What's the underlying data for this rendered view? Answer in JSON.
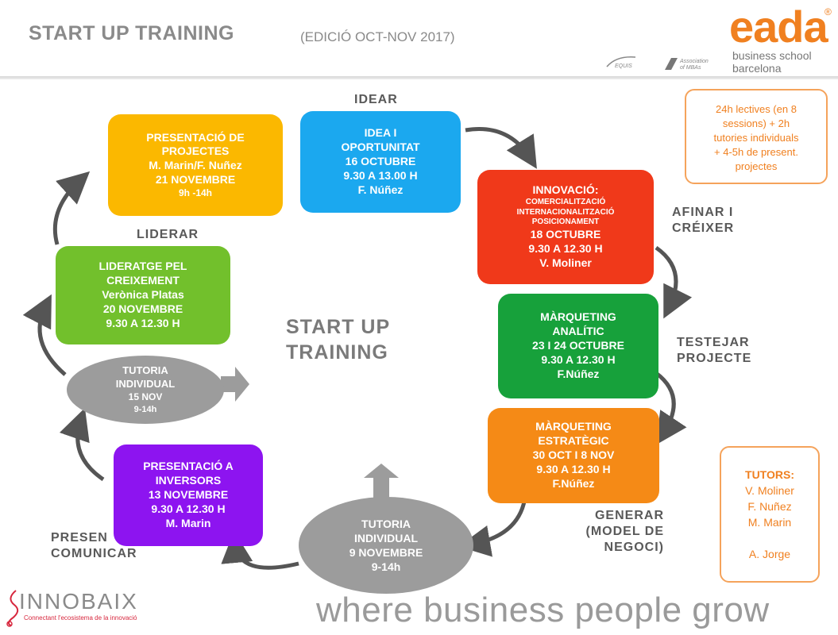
{
  "header": {
    "title": "START UP TRAINING",
    "subtitle": "(EDICIÓ OCT-NOV 2017)"
  },
  "logos": {
    "eada": "eada",
    "eada_reg": "®",
    "eada_sub1": "business school",
    "eada_sub2": "barcelona",
    "equis": "EQUIS",
    "amba": "Association of MBAs",
    "innobaix": "INNOBAIX",
    "innobaix_tagline": "Connectant l'ecosistema de la innovació"
  },
  "center_title": [
    "START UP",
    "TRAINING"
  ],
  "stages": {
    "idear": "IDEAR",
    "afinar": [
      "AFINAR I",
      "CRÉIXER"
    ],
    "testejar": [
      "TESTEJAR",
      "PROJECTE"
    ],
    "generar": [
      "GENERAR",
      "(MODEL DE",
      "NEGOCI)"
    ],
    "presentar": [
      "PRESEN",
      "COMUNICAR"
    ],
    "liderar": "LIDERAR"
  },
  "sessions": [
    {
      "id": "idea",
      "lines": [
        "IDEA I",
        "OPORTUNITAT",
        "16 OCTUBRE",
        "9.30 A 13.00 H",
        "F. Núñez"
      ],
      "color": "#1ba8ef"
    },
    {
      "id": "innovacio",
      "lines": [
        "INNOVACIÓ:",
        "COMERCIALITZACIÓ",
        "INTERNACIONALITZACIÓ",
        "POSICIONAMENT",
        "18 OCTUBRE",
        "9.30 A 12.30 H",
        "V. Moliner"
      ],
      "color": "#f0391a"
    },
    {
      "id": "marqueting-analitic",
      "lines": [
        "MÀRQUETING",
        "ANALÍTIC",
        "23 I 24 OCTUBRE",
        "9.30 A 12.30 H",
        "F.Núñez"
      ],
      "color": "#17a13b"
    },
    {
      "id": "marqueting-estrategic",
      "lines": [
        "MÀRQUETING",
        "ESTRATÈGIC",
        "30 OCT I 8 NOV",
        "9.30 A 12.30 H",
        "F.Núñez"
      ],
      "color": "#f58a16"
    },
    {
      "id": "inversors",
      "lines": [
        "PRESENTACIÓ A",
        "INVERSORS",
        "13 NOVEMBRE",
        "9.30 A 12.30 H",
        "M. Marin"
      ],
      "color": "#8d14f0"
    },
    {
      "id": "lideratge",
      "lines": [
        "LIDERATGE PEL",
        "CREIXEMENT",
        "Verònica Platas",
        "20 NOVEMBRE",
        "9.30 A 12.30 H"
      ],
      "color": "#72c02c"
    },
    {
      "id": "projectes",
      "lines": [
        "PRESENTACIÓ DE",
        "PROJECTES",
        "M. Marin/F. Nuñez",
        "21 NOVEMBRE",
        "9h -14h"
      ],
      "color": "#fbb800"
    }
  ],
  "tutorials": [
    {
      "id": "tutoria-15",
      "lines": [
        "TUTORIA",
        "INDIVIDUAL",
        "15 NOV",
        "9-14h"
      ]
    },
    {
      "id": "tutoria-9",
      "lines": [
        "TUTORIA",
        "INDIVIDUAL",
        "9 NOVEMBRE",
        "9-14h"
      ]
    }
  ],
  "info_box": [
    "24h lectives (en 8",
    "sessions) + 2h",
    "tutories individuals",
    "+ 4-5h de present.",
    "projectes"
  ],
  "tutors_box": {
    "title": "TUTORS:",
    "names": [
      "V. Moliner",
      "F. Nuñez",
      "M. Marin",
      "",
      "A. Jorge"
    ]
  },
  "tagline": "where business people grow",
  "colors": {
    "accent": "#f08020",
    "arrow": "#555555",
    "ellipse": "#9c9c9c"
  }
}
